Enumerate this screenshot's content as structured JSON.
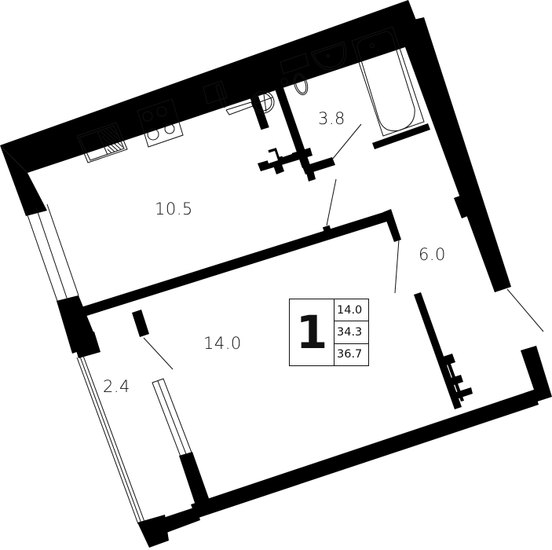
{
  "plan": {
    "rooms": [
      {
        "id": "kitchen",
        "area": "10.5"
      },
      {
        "id": "bathroom",
        "area": "3.8"
      },
      {
        "id": "hallway",
        "area": "6.0"
      },
      {
        "id": "living-room",
        "area": "14.0"
      },
      {
        "id": "balcony",
        "area": "2.4"
      }
    ]
  },
  "legend": {
    "room_count": "1",
    "living_area": "14.0",
    "total_area": "34.3",
    "total_with_balcony": "36.7"
  },
  "colors": {
    "wall": "#000000",
    "background": "#ffffff",
    "line": "#111111"
  }
}
